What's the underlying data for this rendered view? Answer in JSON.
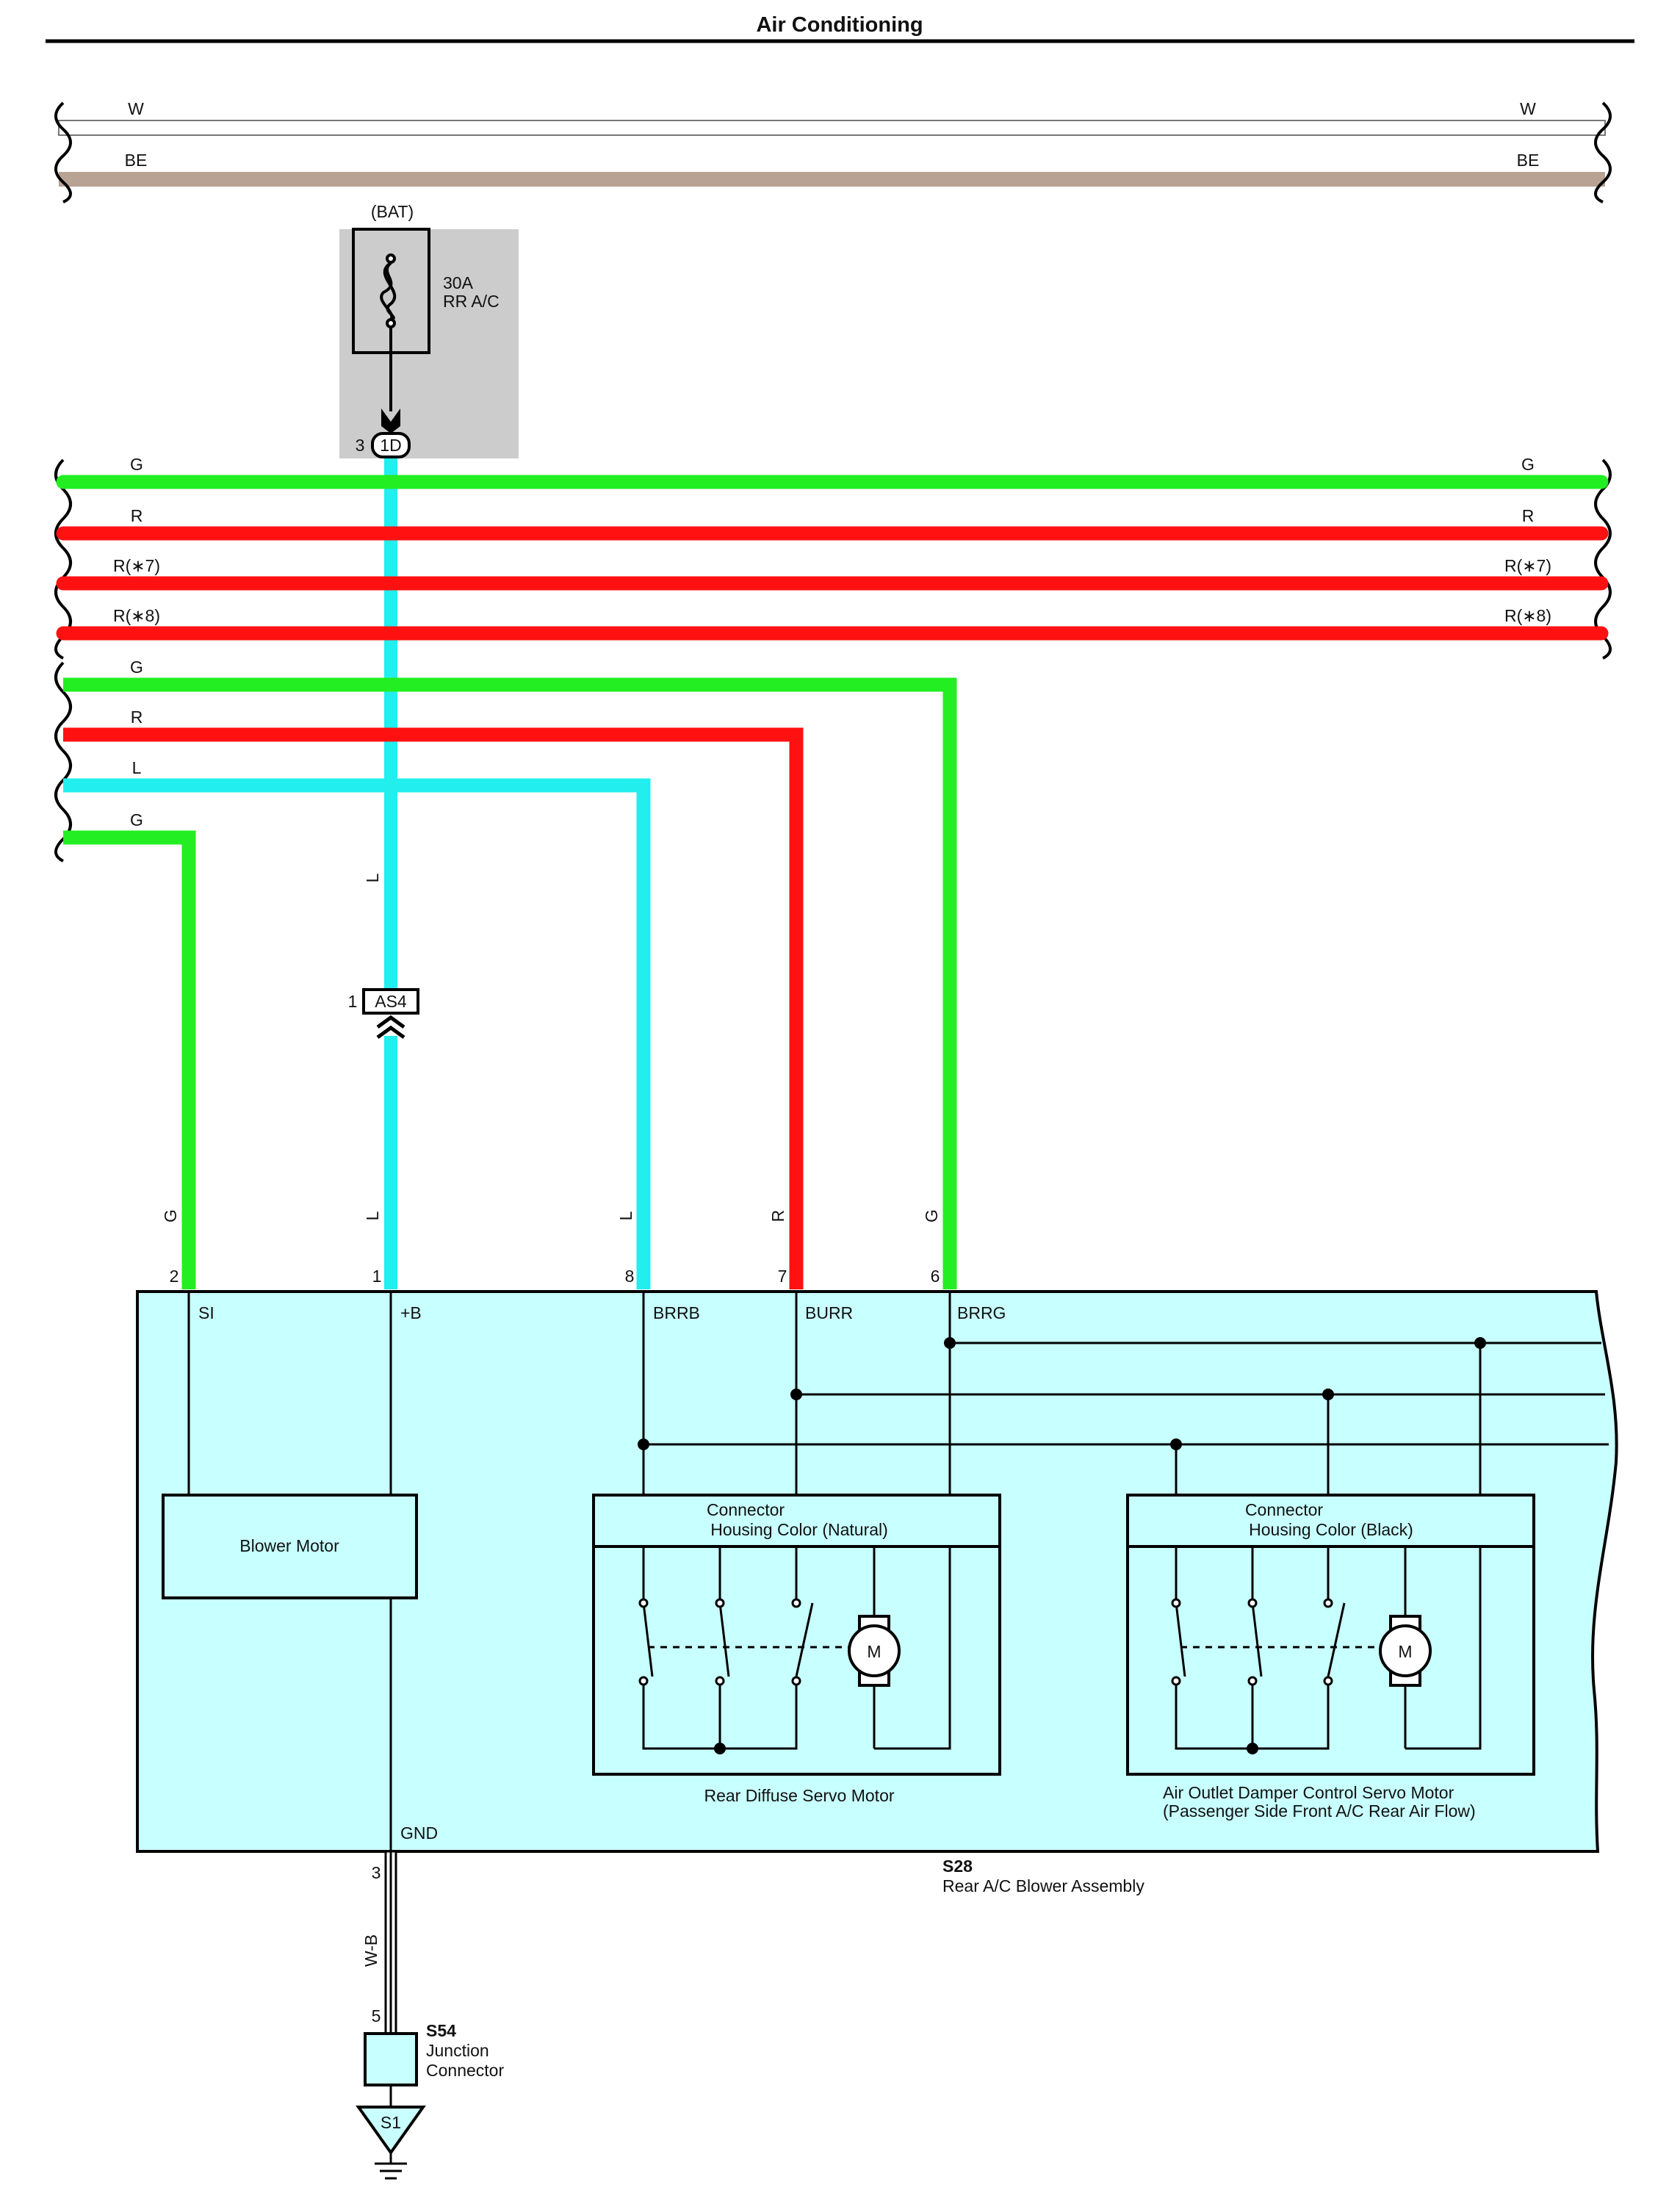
{
  "title": "Air Conditioning",
  "bus_wires": [
    {
      "label": "W",
      "color": "#ffffff"
    },
    {
      "label": "BE",
      "color": "#b8a294"
    }
  ],
  "signal_wires": [
    {
      "label": "G",
      "color": "#22ee22"
    },
    {
      "label": "R",
      "color": "#ff1111"
    },
    {
      "label": "R(∗7)",
      "color": "#ff1111"
    },
    {
      "label": "R(∗8)",
      "color": "#ff1111"
    }
  ],
  "branch_wires": [
    {
      "label": "G",
      "color": "#22ee22"
    },
    {
      "label": "R",
      "color": "#ff1111"
    },
    {
      "label": "L",
      "color": "#22eeee"
    },
    {
      "label": "G",
      "color": "#22ee22"
    }
  ],
  "fuse": {
    "source": "(BAT)",
    "rating": "30A",
    "name": "RR A/C"
  },
  "connector_1d": {
    "id": "1D",
    "pin": "3"
  },
  "connector_as4": {
    "id": "AS4",
    "pin": "1"
  },
  "vertical_wire_label": "L",
  "assembly": {
    "id": "S28",
    "name": "Rear A/C Blower Assembly",
    "terminals": [
      {
        "pin": "2",
        "name": "SI",
        "wire": "G"
      },
      {
        "pin": "1",
        "name": "+B",
        "wire": "L"
      },
      {
        "pin": "8",
        "name": "BRRB",
        "wire": "L"
      },
      {
        "pin": "7",
        "name": "BURR",
        "wire": "R"
      },
      {
        "pin": "6",
        "name": "BRRG",
        "wire": "G"
      }
    ],
    "gnd_label": "GND"
  },
  "blower_motor": "Blower Motor",
  "servo_natural": {
    "housing_line1": "Connector",
    "housing_line2": "Housing Color (Natural)",
    "name": "Rear Diffuse Servo Motor",
    "motor": "M"
  },
  "servo_black": {
    "housing_line1": "Connector",
    "housing_line2": "Housing Color (Black)",
    "name_line1": "Air Outlet Damper Control Servo Motor",
    "name_line2": "(Passenger Side Front A/C Rear Air Flow)",
    "motor": "M"
  },
  "ground": {
    "pin_top": "3",
    "wire": "W-B",
    "pin_bottom": "5",
    "connector_id": "S54",
    "connector_line1": "Junction",
    "connector_line2": "Connector",
    "ground_point": "S1"
  },
  "colors": {
    "panel_fill": "#c8ffff",
    "fuse_box": "#cccccc"
  }
}
